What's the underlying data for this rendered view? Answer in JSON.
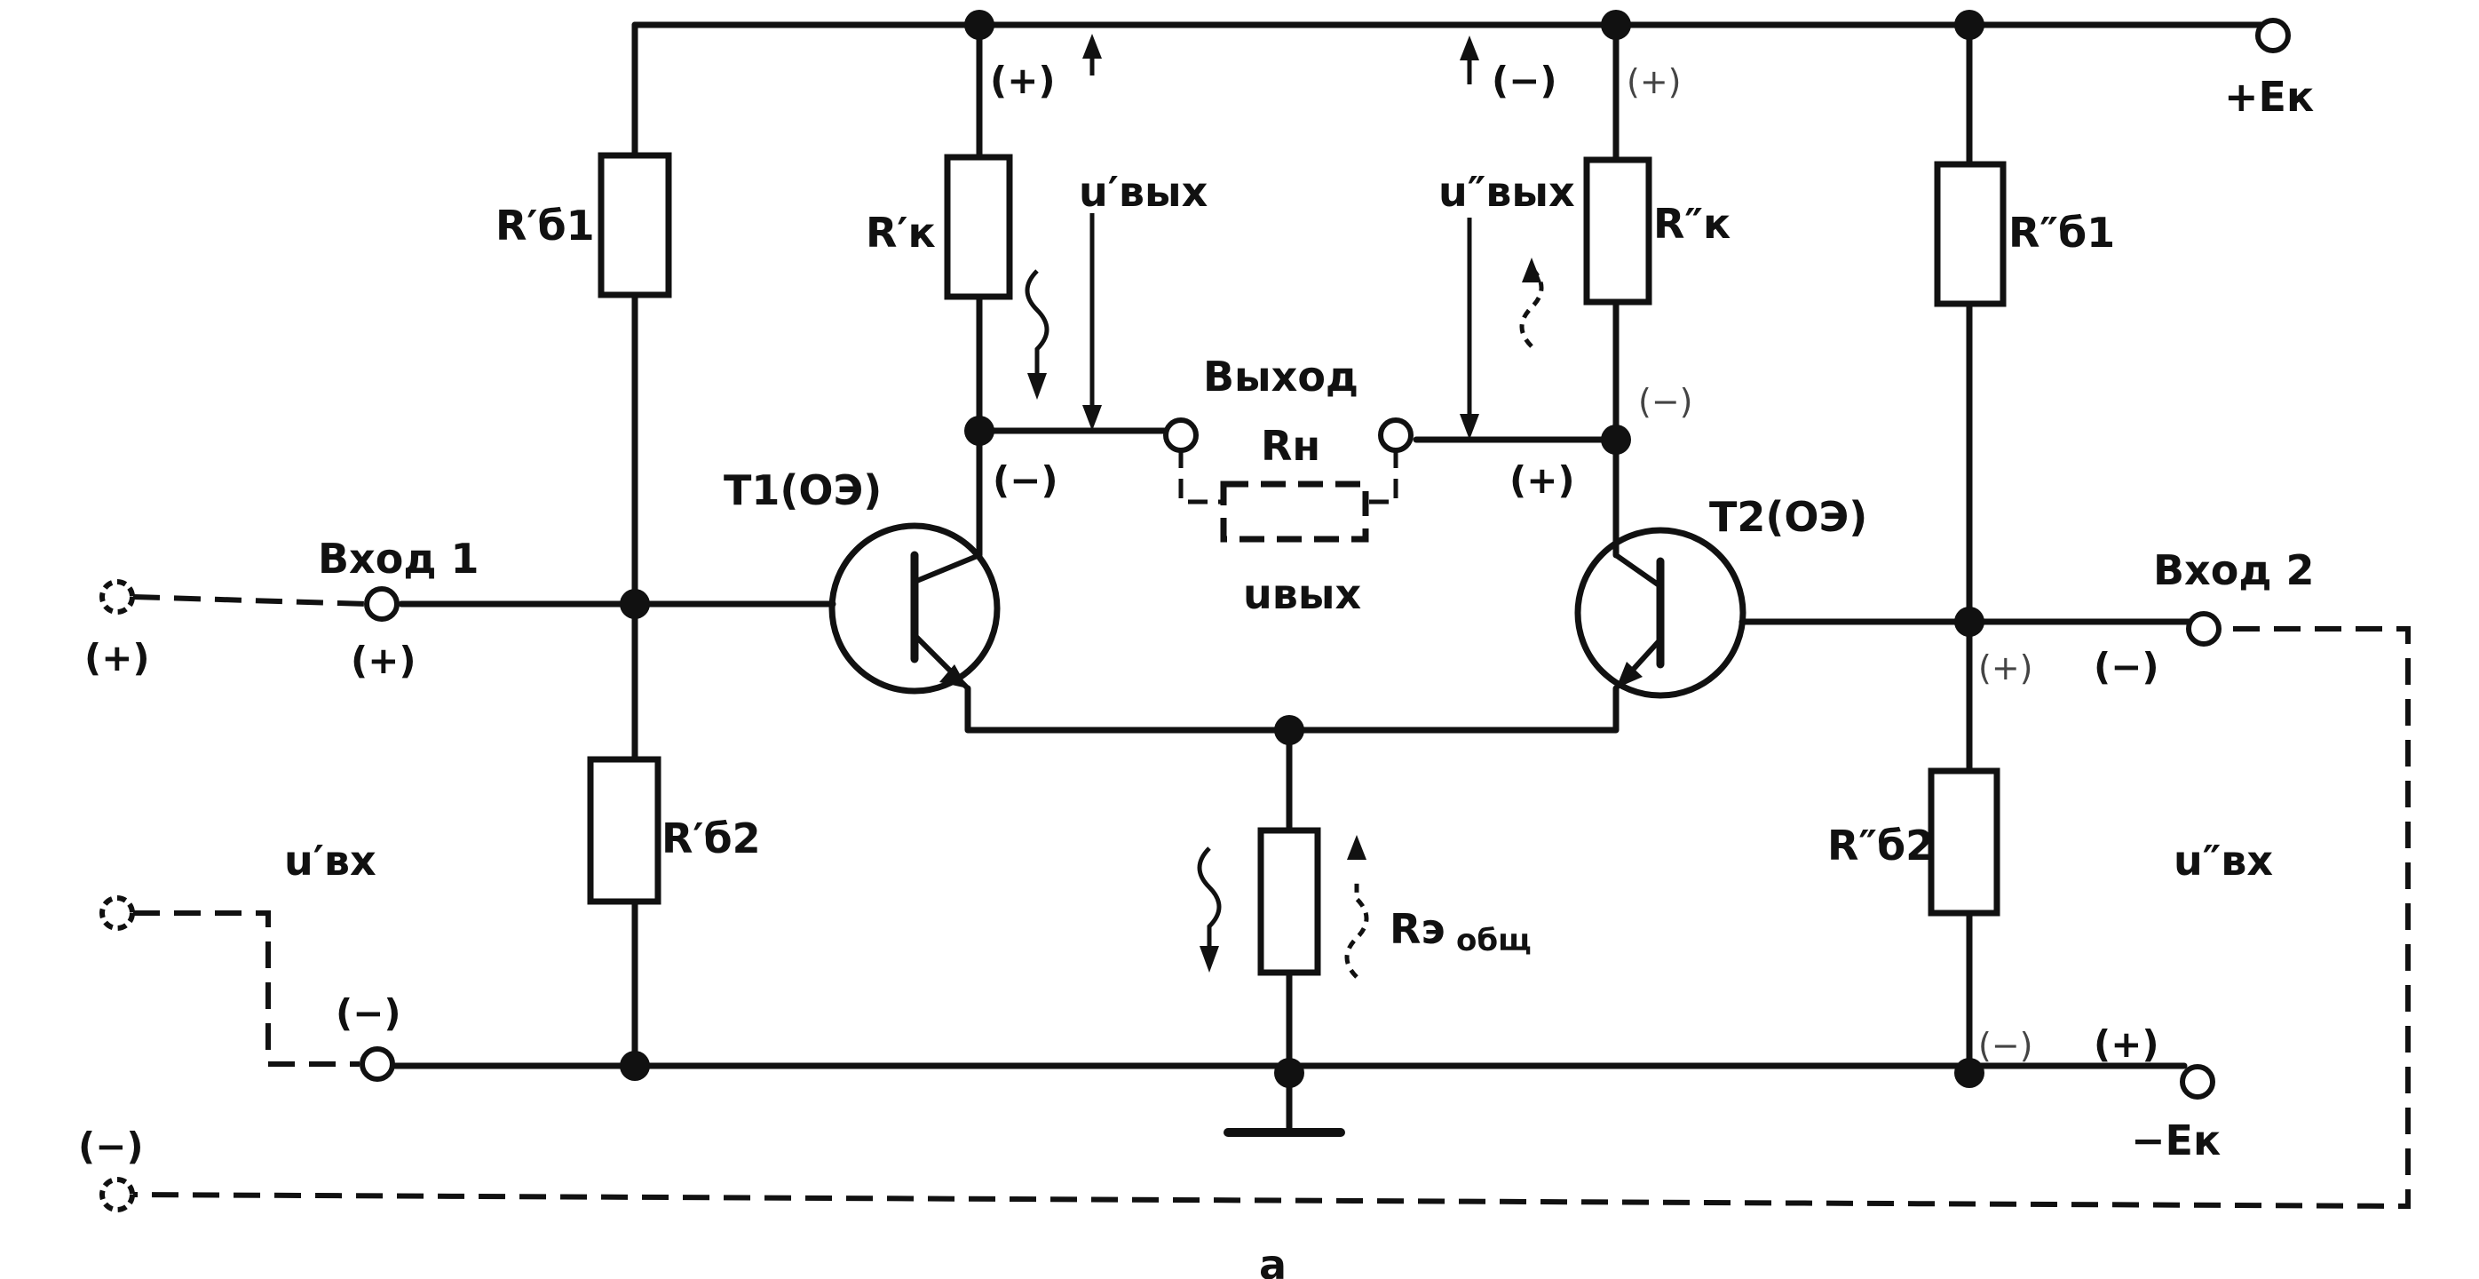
{
  "labels": {
    "ek_pos": "+Eк",
    "ek_neg": "−Eк",
    "rb1_left": "R′б1",
    "rb2_left": "R′б2",
    "rk_left": "R′к",
    "rk_right": "R″к",
    "rb1_right": "R″б1",
    "rb2_right": "R″б2",
    "rn": "Rн",
    "re_main": "Rэ",
    "re_sub": "общ",
    "t1": "T1(ОЭ)",
    "t2": "T2(ОЭ)",
    "output": "Выход",
    "input1": "Вход 1",
    "input2": "Вход 2",
    "u_out_left": "u′вых",
    "u_out_right": "u″вых",
    "u_out": "uвых",
    "u_in_left": "u′вх",
    "u_in_right": "u″вх",
    "sheet_letter": "a"
  },
  "polarities": {
    "top_left": "(+)",
    "top_right": "(−)",
    "top_right_dashed": "(+)",
    "coll_left": "(−)",
    "coll_right": "(+)",
    "coll_right_dashed": "(−)",
    "in1_terminal": "(+)",
    "in1_far": "(+)",
    "in1_bottom": "(−)",
    "far_bottom": "(−)",
    "in2_terminal": "(−)",
    "base_right_dashed": "(+)",
    "bottom_right_dashed": "(−)",
    "bottom_right": "(+)"
  }
}
